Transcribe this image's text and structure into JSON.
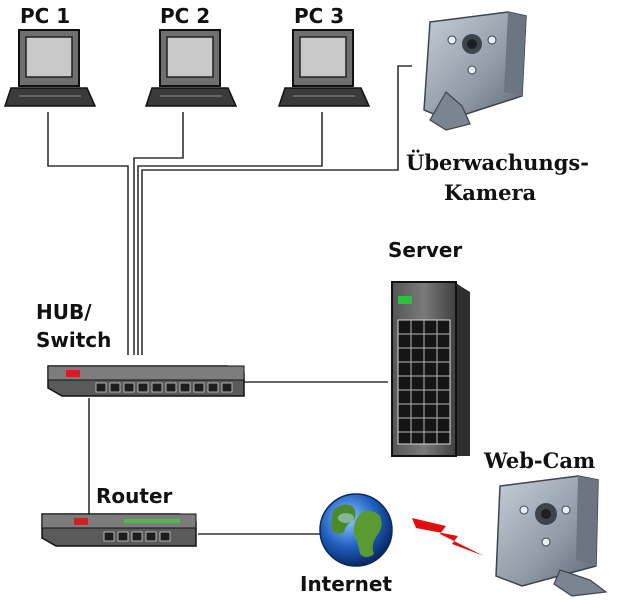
{
  "pcs": [
    "PC 1",
    "PC 2",
    "PC 3"
  ],
  "camera_label_line1": "Überwachungs-",
  "camera_label_line2": "Kamera",
  "server_label": "Server",
  "hub_label_line1": "HUB/",
  "hub_label_line2": "Switch",
  "router_label": "Router",
  "internet_label": "Internet",
  "webcam_label": "Web-Cam",
  "colors": {
    "line": "#333333",
    "device_body": "#6f6f6f",
    "screen": "#c9c9c9",
    "camera_body": "#8f9aa6",
    "camera_dark": "#4a4f57",
    "globe_blue": "#1f5fbf",
    "globe_green": "#4a8a2a",
    "lightning": "#e01010"
  }
}
